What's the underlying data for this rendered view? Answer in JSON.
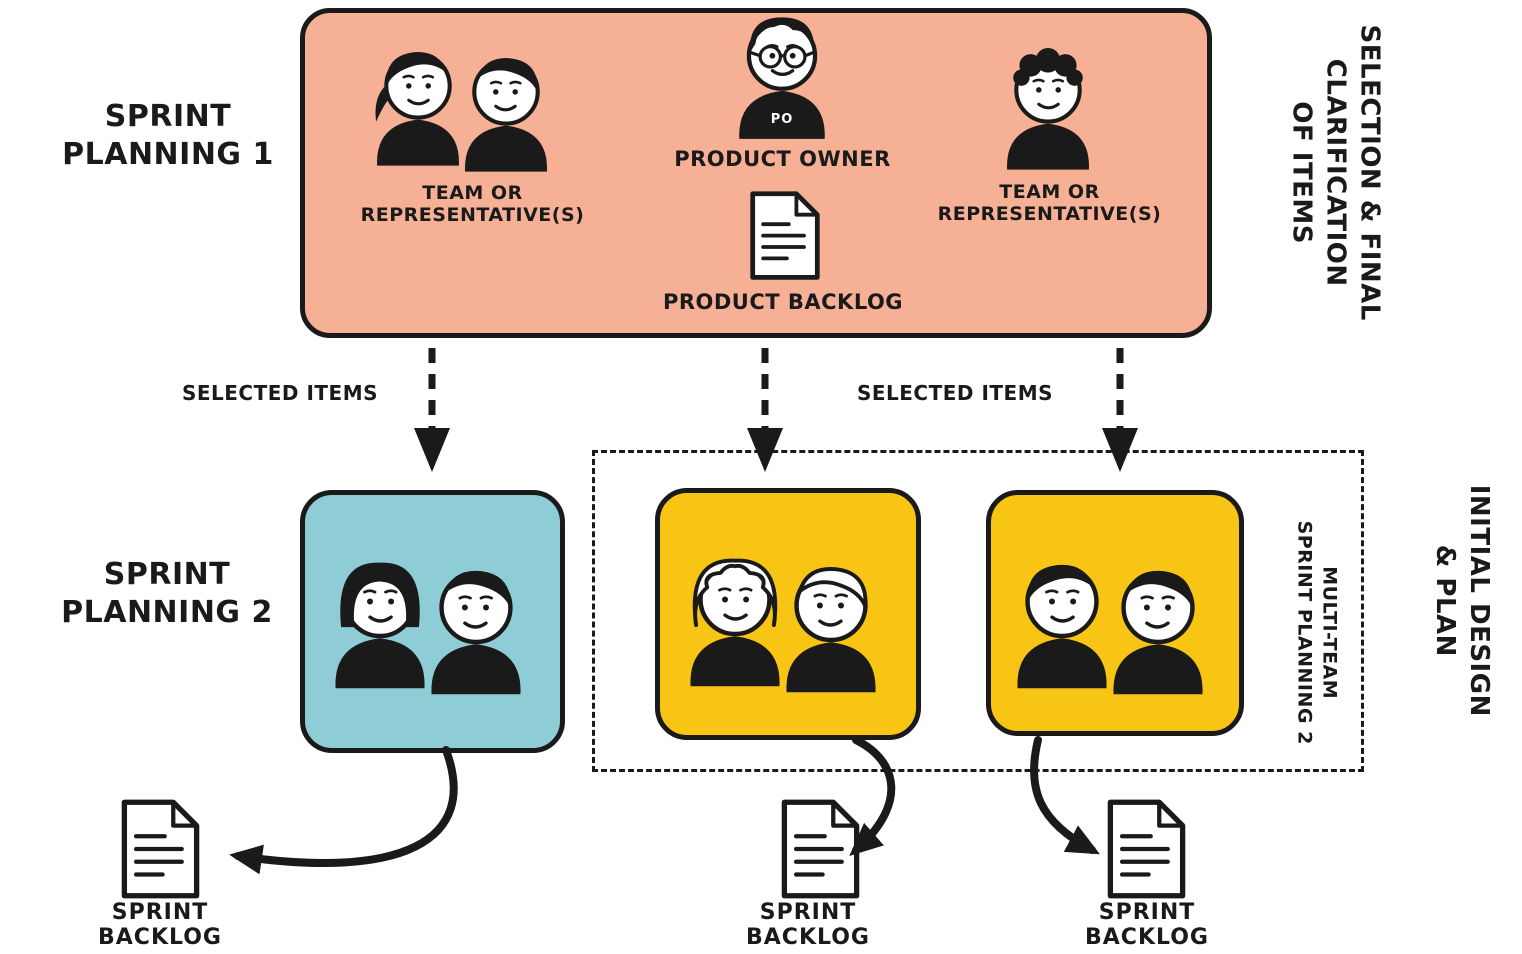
{
  "colors": {
    "peach": "#f6b096",
    "teal": "#8ecdd5",
    "yellow": "#f8c514",
    "ink": "#1a1a1a"
  },
  "sprint_planning_1": {
    "title": "SPRINT\nPLANNING 1",
    "team_left_label": "TEAM OR\nREPRESENTATIVE(S)",
    "product_owner_label": "PRODUCT OWNER",
    "po_badge": "PO",
    "product_backlog_label": "PRODUCT BACKLOG",
    "team_right_label": "TEAM OR\nREPRESENTATIVE(S)",
    "side_label_lines": [
      "SELECTION & FINAL",
      "CLARIFICATION",
      "OF ITEMS"
    ]
  },
  "flow": {
    "selected_items_left": "SELECTED ITEMS",
    "selected_items_right": "SELECTED ITEMS"
  },
  "sprint_planning_2": {
    "title": "SPRINT\nPLANNING 2"
  },
  "multi_team": {
    "label_lines": [
      "MULTI-TEAM",
      "SPRINT PLANNING 2"
    ],
    "side_label_lines": [
      "INITIAL DESIGN",
      "& PLAN"
    ]
  },
  "outputs": {
    "left": "SPRINT BACKLOG",
    "middle": "SPRINT BACKLOG",
    "right": "SPRINT BACKLOG"
  }
}
